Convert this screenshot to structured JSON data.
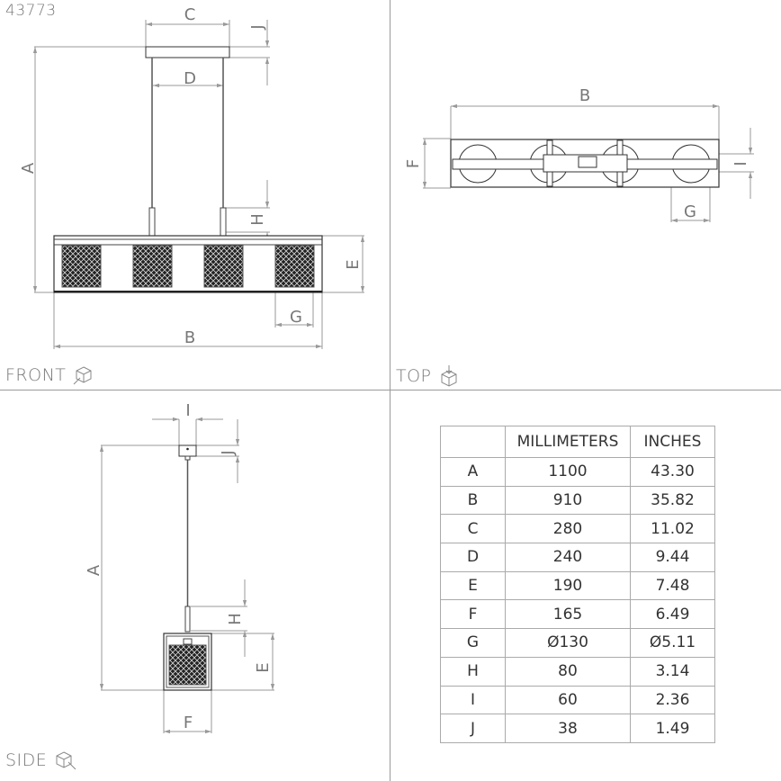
{
  "model_number": "43773",
  "views": {
    "front": {
      "label": "FRONT",
      "icon": "cube-front-view-icon"
    },
    "top": {
      "label": "TOP",
      "icon": "cube-top-view-icon"
    },
    "side": {
      "label": "SIDE",
      "icon": "cube-side-view-icon"
    }
  },
  "dimension_letters": {
    "front": [
      "C",
      "J",
      "D",
      "A",
      "H",
      "E",
      "G",
      "B"
    ],
    "top": [
      "B",
      "F",
      "I",
      "G"
    ],
    "side": [
      "I",
      "J",
      "A",
      "H",
      "E",
      "F"
    ]
  },
  "labels": {
    "A": "A",
    "B": "B",
    "C": "C",
    "D": "D",
    "E": "E",
    "F": "F",
    "G": "G",
    "H": "H",
    "I": "I",
    "J": "J"
  },
  "table": {
    "headers": [
      "",
      "MILLIMETERS",
      "INCHES"
    ],
    "rows": [
      {
        "dim": "A",
        "mm": "1100",
        "in": "43.30"
      },
      {
        "dim": "B",
        "mm": "910",
        "in": "35.82"
      },
      {
        "dim": "C",
        "mm": "280",
        "in": "11.02"
      },
      {
        "dim": "D",
        "mm": "240",
        "in": "9.44"
      },
      {
        "dim": "E",
        "mm": "190",
        "in": "7.48"
      },
      {
        "dim": "F",
        "mm": "165",
        "in": "6.49"
      },
      {
        "dim": "G",
        "mm": "Ø130",
        "in": "Ø5.11"
      },
      {
        "dim": "H",
        "mm": "80",
        "in": "3.14"
      },
      {
        "dim": "I",
        "mm": "60",
        "in": "2.36"
      },
      {
        "dim": "J",
        "mm": "38",
        "in": "1.49"
      }
    ]
  },
  "colors": {
    "line": "#9a9a9a",
    "outline": "#333333",
    "mesh": "#222222",
    "text": "#777777"
  }
}
